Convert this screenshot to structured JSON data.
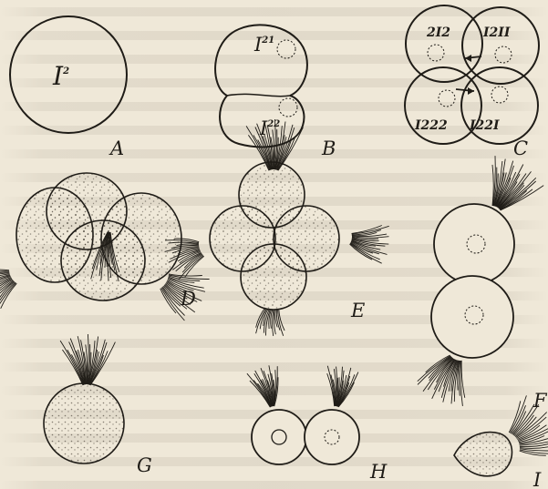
{
  "figure": {
    "panels": [
      {
        "id": "A",
        "label": "A",
        "cell_labels": [
          {
            "base": "I",
            "sup": "2"
          }
        ]
      },
      {
        "id": "B",
        "label": "B",
        "cell_labels": [
          {
            "base": "I",
            "sup": "21"
          },
          {
            "base": "I",
            "sup": "22"
          }
        ]
      },
      {
        "id": "C",
        "label": "C",
        "cell_labels": [
          "2I2",
          "I2II",
          "I222",
          "I22I"
        ]
      },
      {
        "id": "D",
        "label": "D"
      },
      {
        "id": "E",
        "label": "E"
      },
      {
        "id": "F",
        "label": "F"
      },
      {
        "id": "G",
        "label": "G"
      },
      {
        "id": "H",
        "label": "H"
      },
      {
        "id": "I",
        "label": "I"
      }
    ]
  }
}
